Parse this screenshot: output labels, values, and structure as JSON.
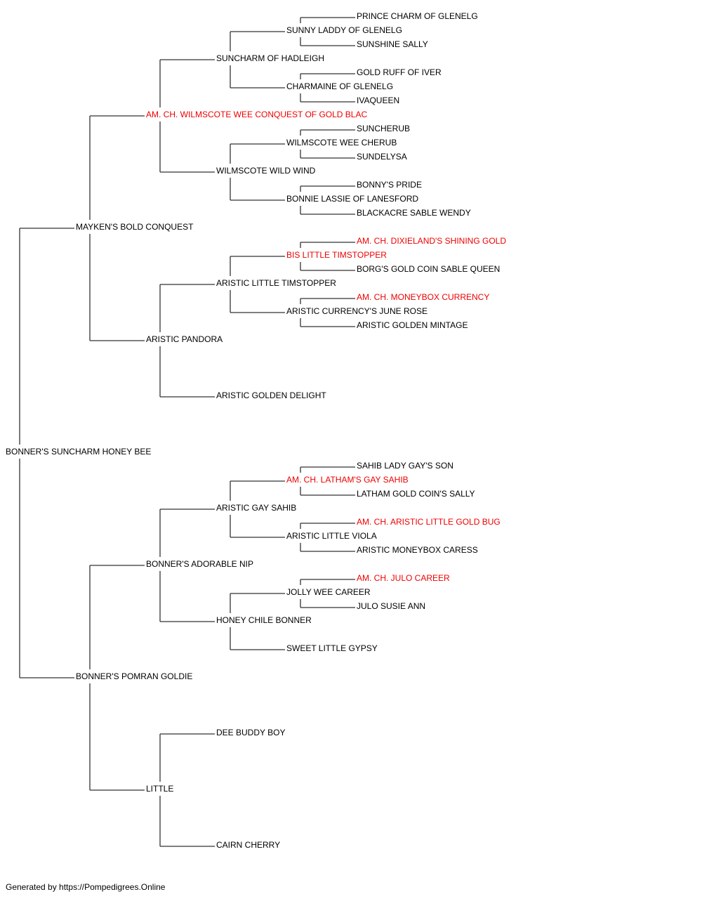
{
  "colors": {
    "line": "#333333",
    "normal_text": "#000000",
    "champion_text": "#ee0000",
    "background": "#ffffff"
  },
  "pedigree": {
    "name": "BONNER'S SUNCHARM HONEY BEE",
    "champion": false,
    "sire": {
      "name": "MAYKEN'S BOLD CONQUEST",
      "champion": false,
      "sire": {
        "name": "AM. CH. WILMSCOTE WEE CONQUEST OF GOLD BLAC",
        "champion": true,
        "sire": {
          "name": "SUNCHARM OF HADLEIGH",
          "champion": false,
          "sire": {
            "name": "SUNNY LADDY OF GLENELG",
            "champion": false,
            "sire": {
              "name": "PRINCE CHARM OF GLENELG",
              "champion": false
            },
            "dam": {
              "name": "SUNSHINE SALLY",
              "champion": false
            }
          },
          "dam": {
            "name": "CHARMAINE OF GLENELG",
            "champion": false,
            "sire": {
              "name": "GOLD RUFF OF IVER",
              "champion": false
            },
            "dam": {
              "name": "IVAQUEEN",
              "champion": false
            }
          }
        },
        "dam": {
          "name": "WILMSCOTE WILD WIND",
          "champion": false,
          "sire": {
            "name": "WILMSCOTE WEE CHERUB",
            "champion": false,
            "sire": {
              "name": "SUNCHERUB",
              "champion": false
            },
            "dam": {
              "name": "SUNDELYSA",
              "champion": false
            }
          },
          "dam": {
            "name": "BONNIE LASSIE OF LANESFORD",
            "champion": false,
            "sire": {
              "name": "BONNY'S PRIDE",
              "champion": false
            },
            "dam": {
              "name": "BLACKACRE SABLE WENDY",
              "champion": false
            }
          }
        }
      },
      "dam": {
        "name": "ARISTIC PANDORA",
        "champion": false,
        "sire": {
          "name": "ARISTIC LITTLE TIMSTOPPER",
          "champion": false,
          "sire": {
            "name": "BIS LITTLE TIMSTOPPER",
            "champion": true,
            "sire": {
              "name": "AM. CH. DIXIELAND'S SHINING GOLD",
              "champion": true
            },
            "dam": {
              "name": "BORG'S GOLD COIN SABLE QUEEN",
              "champion": false
            }
          },
          "dam": {
            "name": "ARISTIC CURRENCY'S JUNE ROSE",
            "champion": false,
            "sire": {
              "name": "AM. CH. MONEYBOX CURRENCY",
              "champion": true
            },
            "dam": {
              "name": "ARISTIC GOLDEN MINTAGE",
              "champion": false
            }
          }
        },
        "dam": {
          "name": "ARISTIC GOLDEN DELIGHT",
          "champion": false
        }
      }
    },
    "dam": {
      "name": "BONNER'S POMRAN GOLDIE",
      "champion": false,
      "sire": {
        "name": "BONNER'S ADORABLE NIP",
        "champion": false,
        "sire": {
          "name": "ARISTIC GAY SAHIB",
          "champion": false,
          "sire": {
            "name": "AM. CH. LATHAM'S GAY SAHIB",
            "champion": true,
            "sire": {
              "name": "SAHIB LADY GAY'S SON",
              "champion": false
            },
            "dam": {
              "name": "LATHAM GOLD COIN'S SALLY",
              "champion": false
            }
          },
          "dam": {
            "name": "ARISTIC LITTLE VIOLA",
            "champion": false,
            "sire": {
              "name": "AM. CH. ARISTIC LITTLE GOLD BUG",
              "champion": true
            },
            "dam": {
              "name": "ARISTIC MONEYBOX CARESS",
              "champion": false
            }
          }
        },
        "dam": {
          "name": "HONEY CHILE BONNER",
          "champion": false,
          "sire": {
            "name": "JOLLY WEE CAREER",
            "champion": false,
            "sire": {
              "name": "AM. CH. JULO CAREER",
              "champion": true
            },
            "dam": {
              "name": "JULO SUSIE ANN",
              "champion": false
            }
          },
          "dam": {
            "name": "SWEET LITTLE GYPSY",
            "champion": false
          }
        }
      },
      "dam": {
        "name": "LITTLE",
        "champion": false,
        "sire": {
          "name": "DEE BUDDY BOY",
          "champion": false
        },
        "dam": {
          "name": "CAIRN CHERRY",
          "champion": false
        }
      }
    }
  },
  "footer": {
    "text": "Generated by https://Pompedigrees.Online"
  }
}
